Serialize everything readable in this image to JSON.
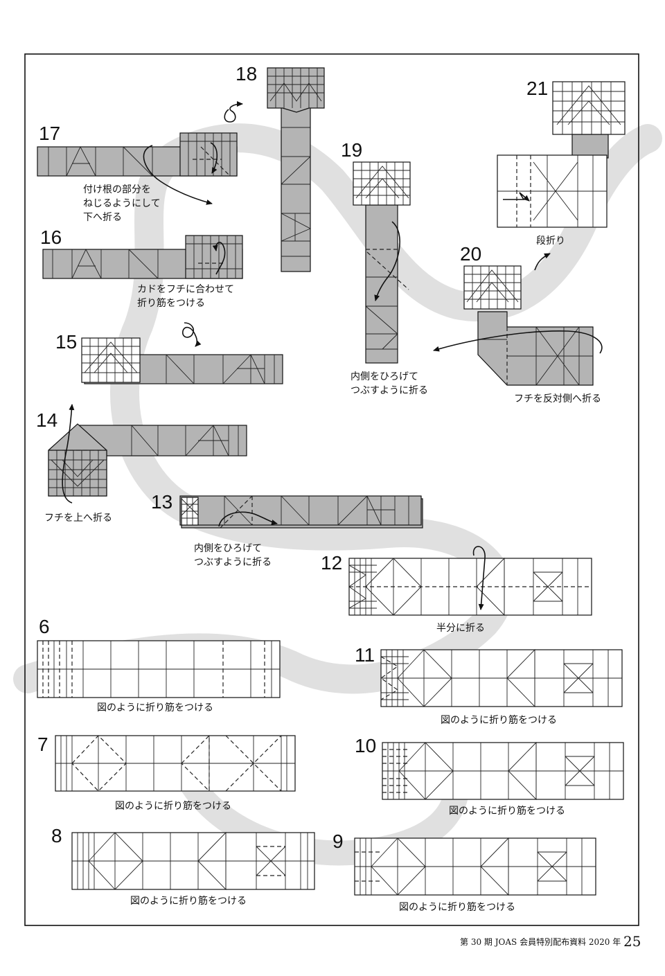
{
  "steps": {
    "s6": {
      "num": "6",
      "caption": "図のように折り筋をつける"
    },
    "s7": {
      "num": "7",
      "caption": "図のように折り筋をつける"
    },
    "s8": {
      "num": "8",
      "caption": "図のように折り筋をつける"
    },
    "s9": {
      "num": "9",
      "caption": "図のように折り筋をつける"
    },
    "s10": {
      "num": "10",
      "caption": "図のように折り筋をつける"
    },
    "s11": {
      "num": "11",
      "caption": "図のように折り筋をつける"
    },
    "s12": {
      "num": "12",
      "caption": "半分に折る"
    },
    "s13": {
      "num": "13",
      "caption_line1": "内側をひろげて",
      "caption_line2": "つぶすように折る"
    },
    "s14": {
      "num": "14",
      "caption": "フチを上へ折る"
    },
    "s15": {
      "num": "15"
    },
    "s16": {
      "num": "16",
      "caption_line1": "カドをフチに合わせて",
      "caption_line2": "折り筋をつける"
    },
    "s17": {
      "num": "17",
      "caption_line1": "付け根の部分を",
      "caption_line2": "ねじるようにして",
      "caption_line3": "下へ折る"
    },
    "s18": {
      "num": "18"
    },
    "s19": {
      "num": "19",
      "caption_line1": "内側をひろげて",
      "caption_line2": "つぶすように折る"
    },
    "s20": {
      "num": "20",
      "caption": "フチを反対側へ折る"
    },
    "s21": {
      "num": "21",
      "caption": "段折り"
    }
  },
  "footer": {
    "text": "第 30 期 JOAS 会員特別配布資料 2020 年",
    "page_number": "25"
  },
  "colors": {
    "paper_front": "#ffffff",
    "paper_back": "#b4b4b4",
    "background_swoosh": "#e0e0e0",
    "line": "#111111"
  }
}
